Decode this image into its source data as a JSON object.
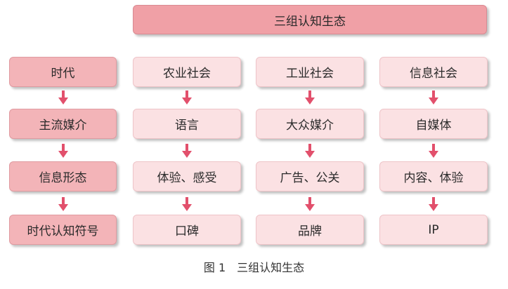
{
  "header": {
    "title": "三组认知生态"
  },
  "rows": [
    {
      "label": "时代",
      "cells": [
        "农业社会",
        "工业社会",
        "信息社会"
      ]
    },
    {
      "label": "主流媒介",
      "cells": [
        "语言",
        "大众媒介",
        "自媒体"
      ]
    },
    {
      "label": "信息形态",
      "cells": [
        "体验、感受",
        "广告、公关",
        "内容、体验"
      ]
    },
    {
      "label": "时代认知符号",
      "cells": [
        "口碑",
        "品牌",
        "IP"
      ]
    }
  ],
  "caption": "图 1　三组认知生态",
  "colors": {
    "header_fill": "#f0a0a6",
    "label_fill": "#f3b4b8",
    "cell_fill": "#fbe1e3",
    "arrow": "#e2506c"
  }
}
